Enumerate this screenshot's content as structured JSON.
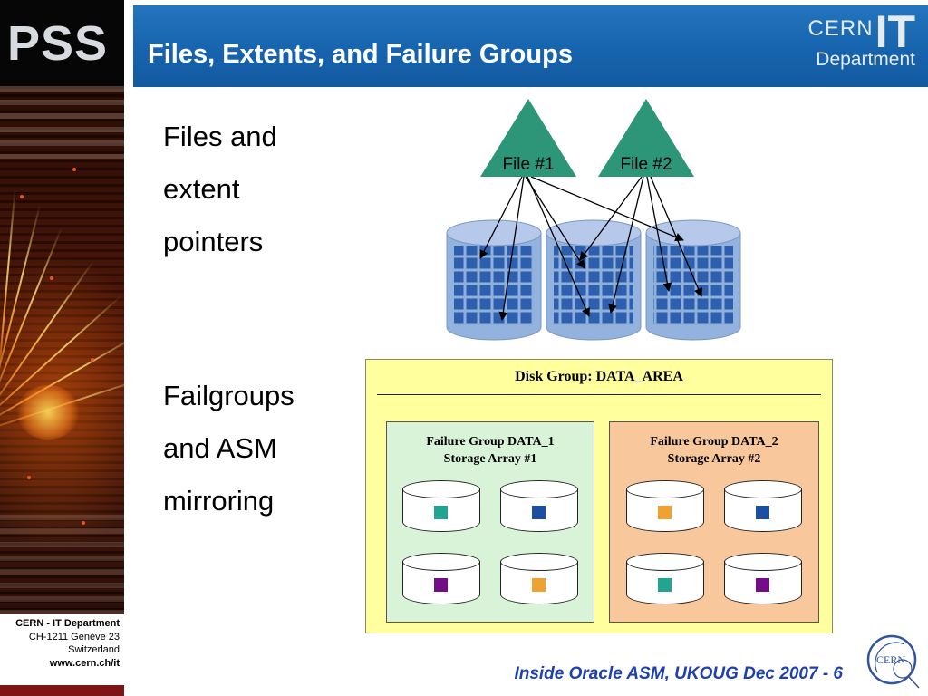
{
  "slide": {
    "header": {
      "title": "Files, Extents, and Failure Groups",
      "logo": {
        "cern": "CERN",
        "it": "IT",
        "department": "Department"
      }
    },
    "sidebar": {
      "pss": "PSS",
      "address": [
        "CERN - IT Department",
        "CH-1211 Genève 23",
        "Switzerland"
      ],
      "website": "www.cern.ch/it"
    },
    "labels": {
      "files_extent": [
        "Files and",
        "extent",
        "pointers"
      ],
      "failgroups": [
        "Failgroups",
        "and ASM",
        "mirroring"
      ]
    },
    "files_diagram": {
      "file1_label": "File #1",
      "file2_label": "File #2"
    },
    "disk_group": {
      "title": "Disk Group: DATA_AREA",
      "groups": [
        {
          "title": "Failure Group DATA_1",
          "subtitle": "Storage Array #1",
          "bg": "#d9f3d9",
          "extents": [
            "#23a392",
            "#1d4fa1",
            "#720e87",
            "#efa132"
          ]
        },
        {
          "title": "Failure Group DATA_2",
          "subtitle": "Storage Array #2",
          "bg": "#f8c79c",
          "extents": [
            "#efa132",
            "#1d4fa1",
            "#23a392",
            "#720e87"
          ]
        }
      ]
    },
    "footer": "Inside Oracle ASM, UKOUG Dec 2007 - 6",
    "cern_badge": "CERN"
  }
}
